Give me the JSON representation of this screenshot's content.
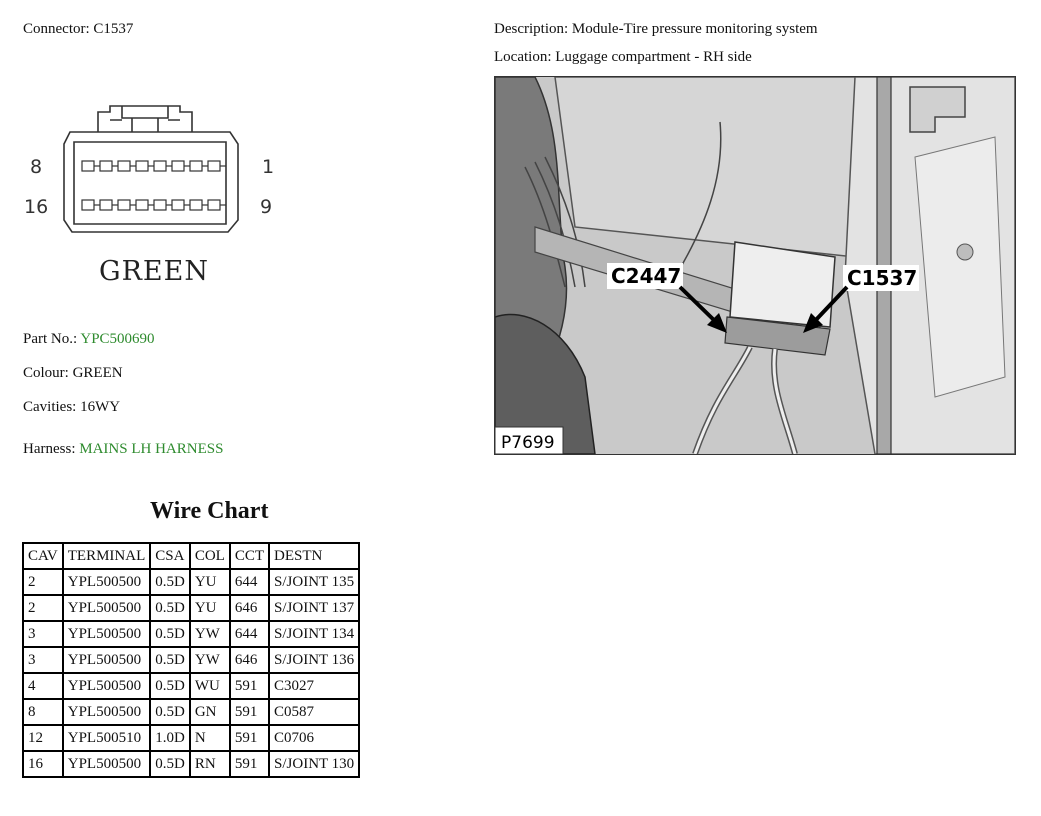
{
  "connector": {
    "label": "Connector: C1537"
  },
  "description": {
    "label": "Description: Module-Tire pressure monitoring system"
  },
  "location": {
    "label": "Location: Luggage compartment - RH side"
  },
  "diagram": {
    "pin_top_left": "8",
    "pin_top_right": "1",
    "pin_bottom_left": "16",
    "pin_bottom_right": "9",
    "colour_label": "GREEN"
  },
  "info": {
    "part_label": "Part No.:",
    "part_value": "YPC500690",
    "colour": "Colour: GREEN",
    "cavities": "Cavities: 16WY",
    "harness_label": "Harness:",
    "harness_value": "MAINS LH HARNESS"
  },
  "photo": {
    "callout_left": "C2447",
    "callout_right": "C1537",
    "ref": "P7699"
  },
  "wire_chart": {
    "title": "Wire Chart",
    "headers": [
      "CAV",
      "TERMINAL",
      "CSA",
      "COL",
      "CCT",
      "DESTN"
    ],
    "rows": [
      [
        "2",
        "YPL500500",
        "0.5D",
        "YU",
        "644",
        "S/JOINT 135"
      ],
      [
        "2",
        "YPL500500",
        "0.5D",
        "YU",
        "646",
        "S/JOINT 137"
      ],
      [
        "3",
        "YPL500500",
        "0.5D",
        "YW",
        "644",
        "S/JOINT 134"
      ],
      [
        "3",
        "YPL500500",
        "0.5D",
        "YW",
        "646",
        "S/JOINT 136"
      ],
      [
        "4",
        "YPL500500",
        "0.5D",
        "WU",
        "591",
        "C3027"
      ],
      [
        "8",
        "YPL500500",
        "0.5D",
        "GN",
        "591",
        "C0587"
      ],
      [
        "12",
        "YPL500510",
        "1.0D",
        "N",
        "591",
        "C0706"
      ],
      [
        "16",
        "YPL500500",
        "0.5D",
        "RN",
        "591",
        "S/JOINT 130"
      ]
    ]
  }
}
